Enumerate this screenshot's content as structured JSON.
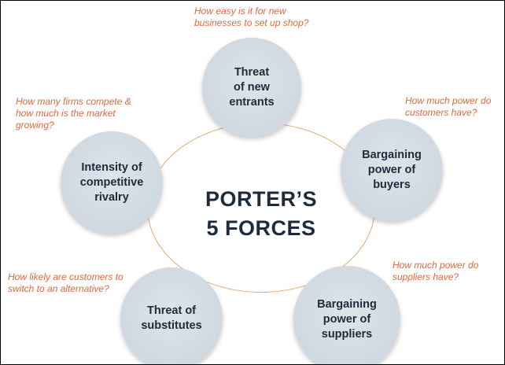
{
  "title": "PORTER’S\n5 FORCES",
  "forces": {
    "new_entrants": {
      "label": "Threat\nof new\nentrants",
      "question": "How easy is it for new\nbusinesses to set up shop?"
    },
    "buyers": {
      "label": "Bargaining\npower of\nbuyers",
      "question": "How much power do\ncustomers have?"
    },
    "suppliers": {
      "label": "Bargaining\npower of\nsuppliers",
      "question": "How much power do\nsuppliers have?"
    },
    "substitutes": {
      "label": "Threat of\nsubstitutes",
      "question": "How likely are customers to\nswitch to an alternative?"
    },
    "rivalry": {
      "label": "Intensity of\ncompetitive\nrivalry",
      "question": "How many firms compete &\nhow much is the market\ngrowing?"
    }
  },
  "colors": {
    "bubble": "#d0d8e0",
    "text": "#1d2b3c",
    "question": "#e2693a",
    "ring": "#e6a86a"
  }
}
